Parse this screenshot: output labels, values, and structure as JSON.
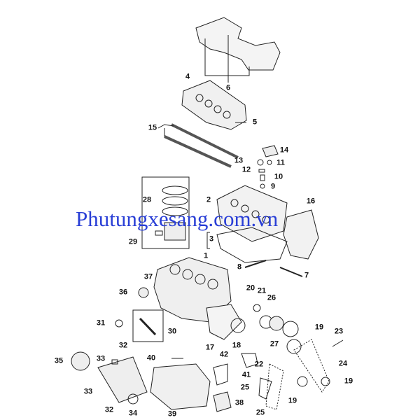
{
  "diagram": {
    "title": "Engine assembly exploded view",
    "watermark": "Phutungxesang.com.vn",
    "callouts": [
      "4",
      "6",
      "5",
      "15",
      "14",
      "13",
      "11",
      "12",
      "10",
      "9",
      "28",
      "2",
      "29",
      "16",
      "3",
      "1",
      "8",
      "7",
      "37",
      "36",
      "20",
      "21",
      "26",
      "19",
      "31",
      "30",
      "17",
      "18",
      "27",
      "23",
      "32",
      "35",
      "33",
      "40",
      "42",
      "41",
      "22",
      "24",
      "25",
      "19",
      "19",
      "25",
      "33",
      "32",
      "34",
      "39",
      "38"
    ]
  }
}
